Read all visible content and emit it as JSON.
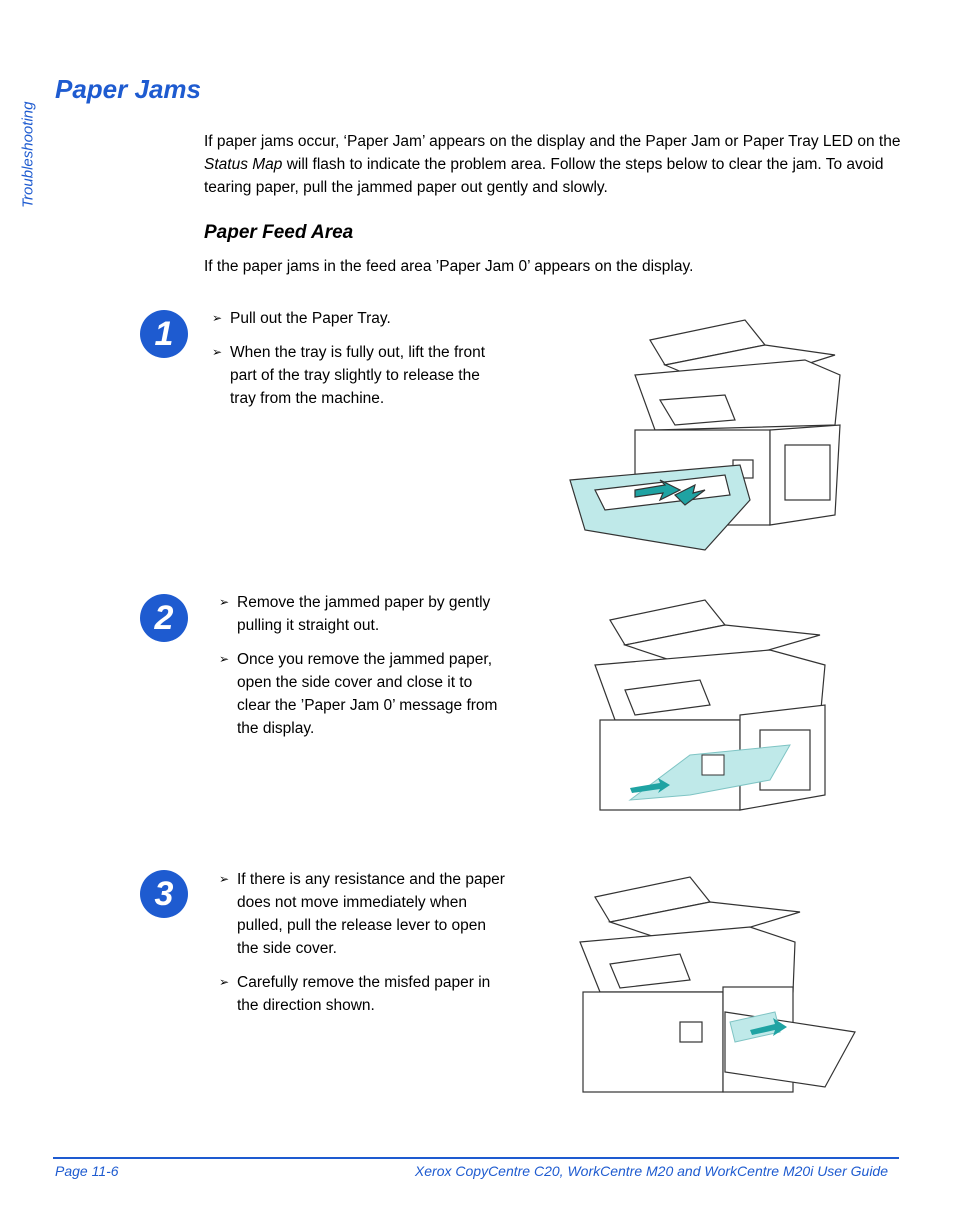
{
  "side_label": "Troubleshooting",
  "title": "Paper Jams",
  "intro": {
    "p1": "If paper jams occur, ‘Paper Jam’ appears on the display and the Paper Jam or Paper Tray LED on the ",
    "p2": "Status Map",
    "p3": " will flash to indicate the problem area. Follow the steps below to clear the jam. To avoid tearing paper, pull the jammed paper out gently and slowly."
  },
  "section": {
    "heading": "Paper Feed Area",
    "intro": "If the paper jams in the feed area ’Paper Jam 0’ appears on the display."
  },
  "steps": [
    {
      "number": "1",
      "bullets": [
        "Pull out the Paper Tray.",
        "When the tray is fully out, lift the front part of the tray slightly to release the tray from the machine."
      ]
    },
    {
      "number": "2",
      "bullets": [
        "Remove the jammed paper by gently pulling it straight out.",
        "Once you remove the jammed paper, open the side cover and close it to clear the ’Paper Jam 0’ message from the display."
      ]
    },
    {
      "number": "3",
      "bullets": [
        "If there is any resistance and the paper does not move immediately when pulled, pull the release lever to open the side cover.",
        "Carefully remove the misfed paper in the direction shown."
      ]
    }
  ],
  "bullet_glyph": "➢",
  "colors": {
    "accent": "#1e5bd0",
    "paper_highlight": "#7fd4d4"
  },
  "footer": {
    "page": "Page 11-6",
    "guide": "Xerox CopyCentre C20, WorkCentre M20 and WorkCentre M20i User Guide"
  }
}
